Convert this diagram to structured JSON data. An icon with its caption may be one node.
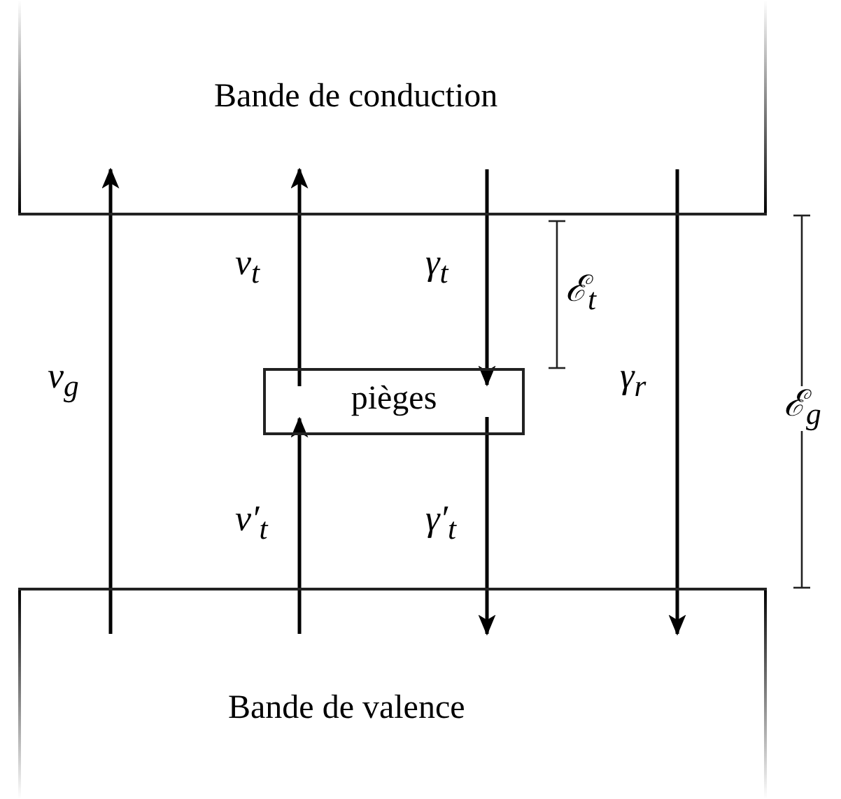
{
  "diagram": {
    "nodes": [
      {
        "text": [
          "Bande de conduction"
        ]
      },
      {
        "text": [
          "pièges"
        ]
      },
      {
        "text": [
          "Bande de valence"
        ]
      }
    ],
    "edges": [
      {
        "from": 2,
        "to": 0,
        "arrow": "to",
        "label": "ν$_{g}$"
      },
      {
        "from": 1,
        "to": 0,
        "arrow": "to",
        "label": "ν$_{t}$"
      },
      {
        "from": 2,
        "to": 1,
        "arrow": "to",
        "label": "ν′$_{t}$"
      },
      {
        "from": 0,
        "to": 1,
        "arrow": "to",
        "label": "γ$_{t}$"
      },
      {
        "from": 1,
        "to": 2,
        "arrow": "to",
        "label": "γ′$_{t}$"
      },
      {
        "from": 0,
        "to": 2,
        "arrow": "to",
        "label": "γ$_{r}$"
      }
    ],
    "labels": [
      "ℰ$_{t}$",
      "ℰ$_{g}$"
    ]
  }
}
